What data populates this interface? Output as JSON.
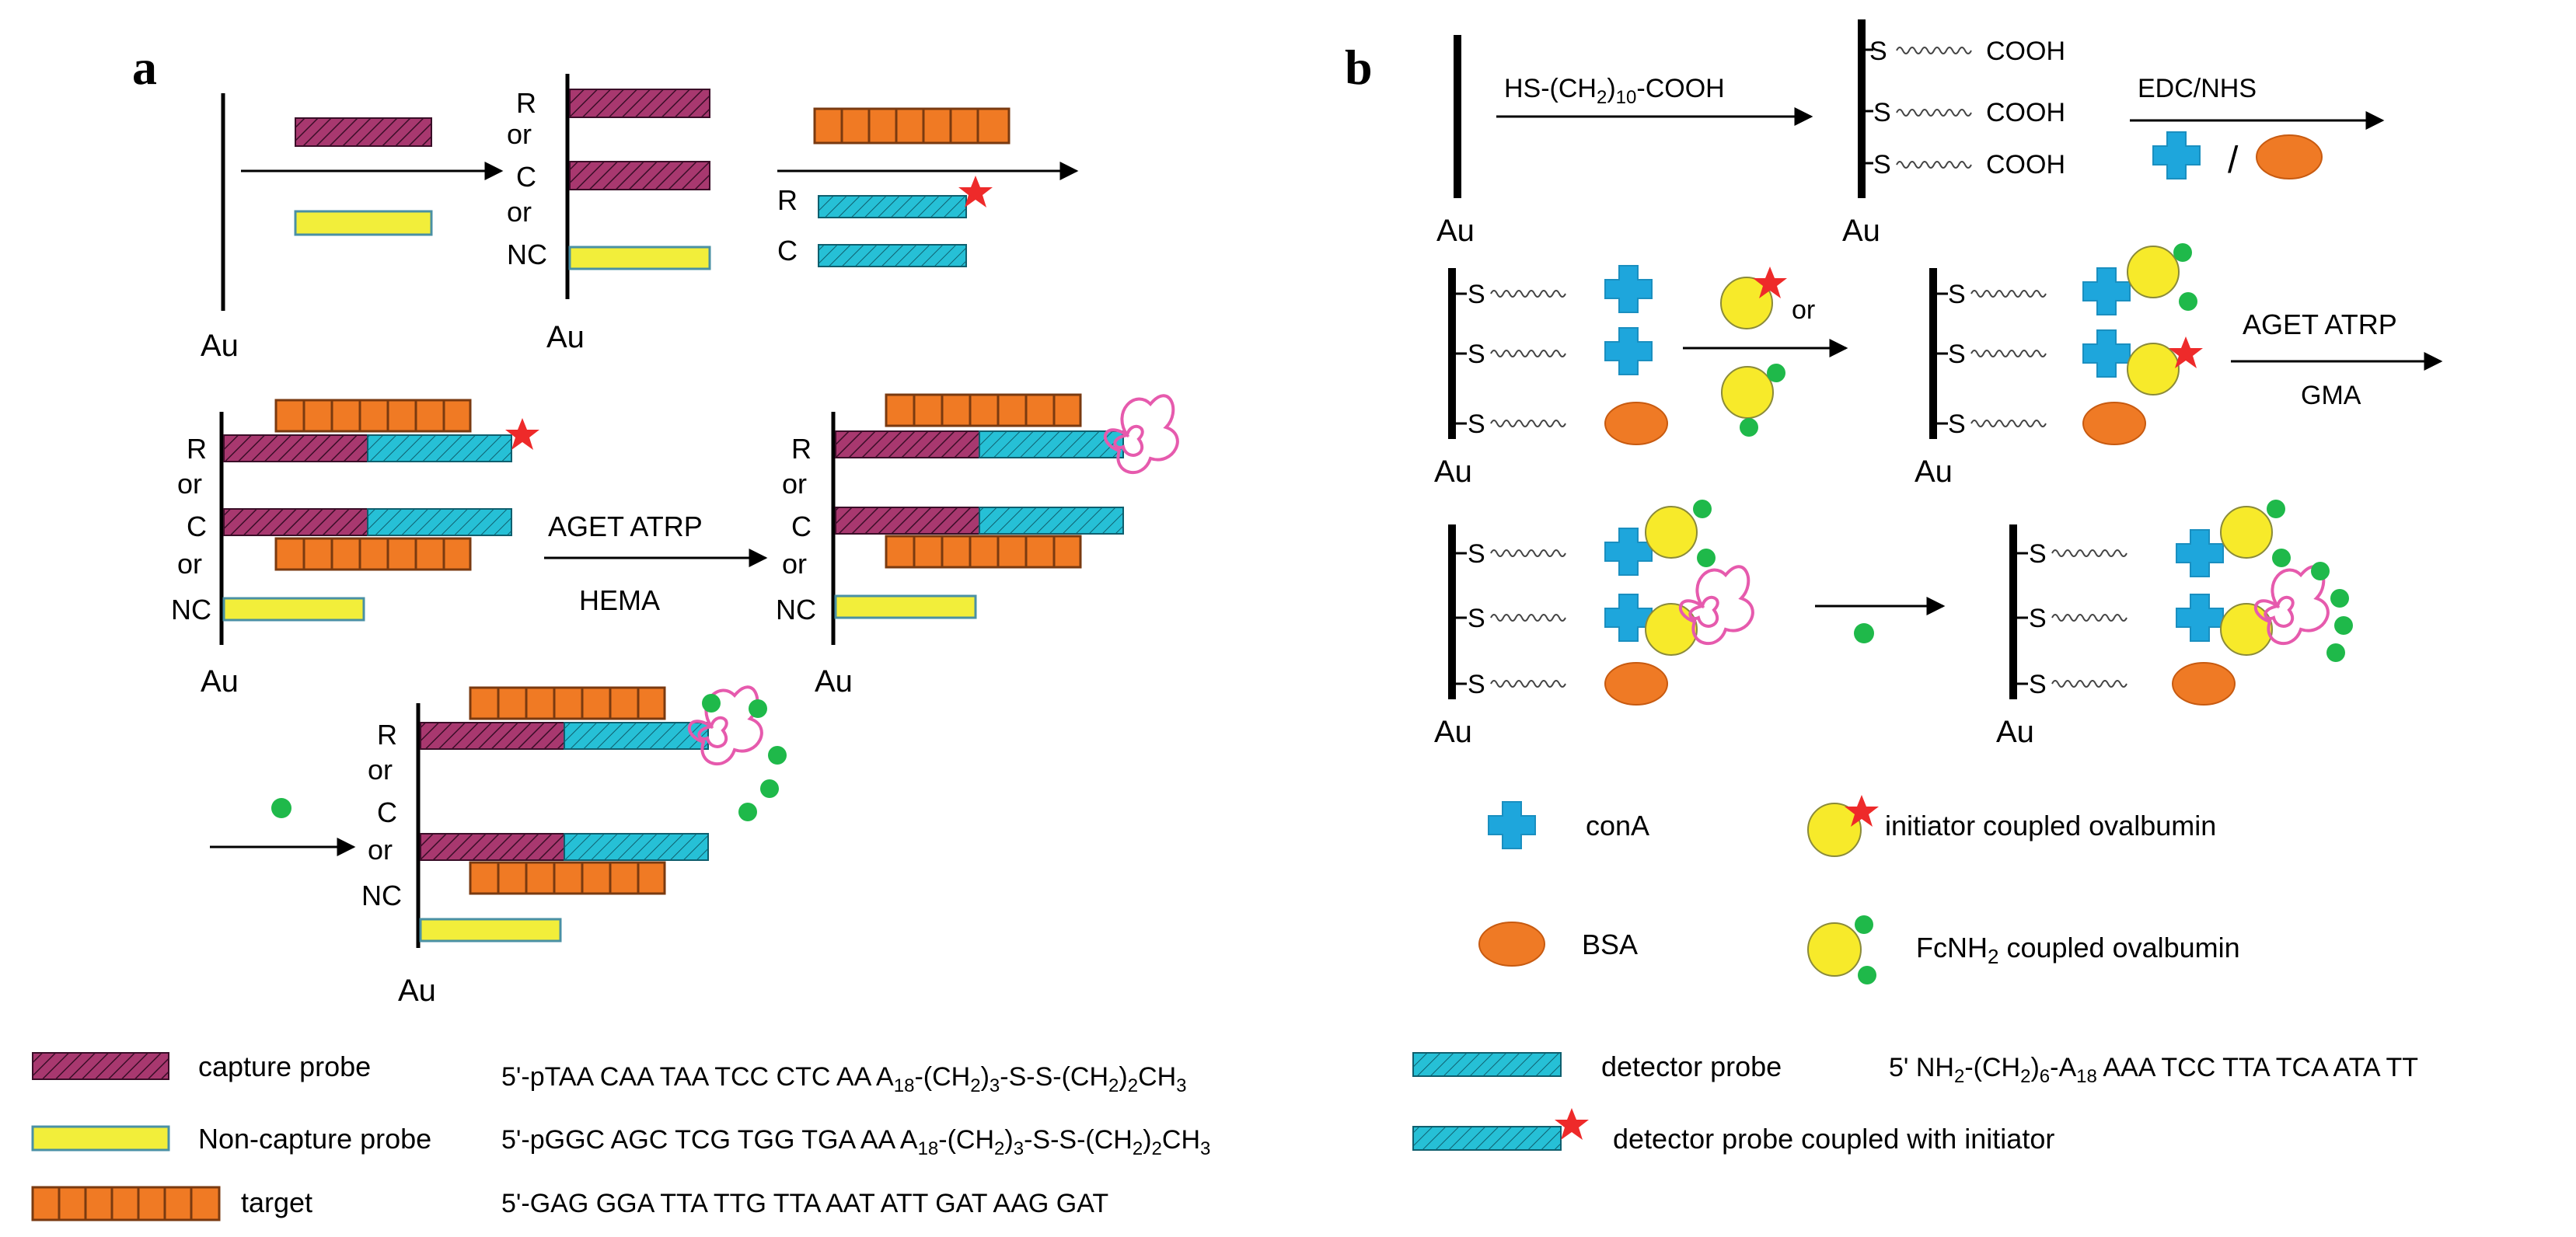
{
  "panels": {
    "a": {
      "label": "a"
    },
    "b": {
      "label": "b"
    }
  },
  "common": {
    "au": "Au",
    "or": "or",
    "r": "R",
    "c": "C",
    "nc": "NC",
    "s": "S"
  },
  "panel_a": {
    "step2_reagents": "AGET ATRP",
    "step2_monomer": "HEMA"
  },
  "panel_b": {
    "step1_reagent": "HS-(CH",
    "step1_reagent_sub": "2",
    "step1_reagent_mid": ")",
    "step1_reagent_sub2": "10",
    "step1_reagent_end": "-COOH",
    "cooh": "COOH",
    "step2_reagent": "EDC/NHS",
    "slash": "/",
    "or_small": "or",
    "step4_reagent": "AGET ATRP",
    "step4_monomer": "GMA",
    "legend": {
      "cona": "conA",
      "bsa": "BSA",
      "initiator_ova": "initiator coupled ovalbumin",
      "fcnh2_prefix": "FcNH",
      "fcnh2_sub": "2",
      "fcnh2_suffix": " coupled ovalbumin"
    }
  },
  "legend": {
    "capture_probe": "capture probe",
    "capture_seq": "5'-pTAA CAA TAA TCC CTC AA A",
    "capture_seq_sub1": "18",
    "capture_seq_mid1": "-(CH",
    "capture_seq_sub2": "2",
    "capture_seq_mid2": ")",
    "capture_seq_sub3": "3",
    "capture_seq_mid3": "-S-S-(CH",
    "capture_seq_sub4": "2",
    "capture_seq_mid4": ")",
    "capture_seq_sub5": "2",
    "capture_seq_end": "CH",
    "capture_seq_sub6": "3",
    "noncapture_probe": "Non-capture probe",
    "noncapture_seq": "5'-pGGC AGC TCG TGG TGA AA A",
    "target": "target",
    "target_seq": "5'-GAG GGA TTA TTG TTA AAT ATT GAT AAG GAT",
    "detector_probe": "detector probe",
    "detector_seq_prefix": "5' NH",
    "detector_seq_sub1": "2",
    "detector_seq_mid1": "-(CH",
    "detector_seq_sub2": "2",
    "detector_seq_mid2": ")",
    "detector_seq_sub3": "6",
    "detector_seq_mid3": "-A",
    "detector_seq_sub4": "18",
    "detector_seq_end": " AAA TCC TTA TCA ATA TT",
    "detector_initiator": "detector probe coupled with initiator"
  },
  "colors": {
    "capture": "#a8386f",
    "noncapture": "#f2ee3a",
    "target": "#f07a24",
    "detector": "#26c0d6",
    "star": "#ee2a2a",
    "cona": "#1ea6dc",
    "bsa": "#ef7a25",
    "ovalbumin": "#f7ea2a",
    "fcnh2": "#1fb94a",
    "polymer": "#e65aad",
    "line": "#000000"
  }
}
